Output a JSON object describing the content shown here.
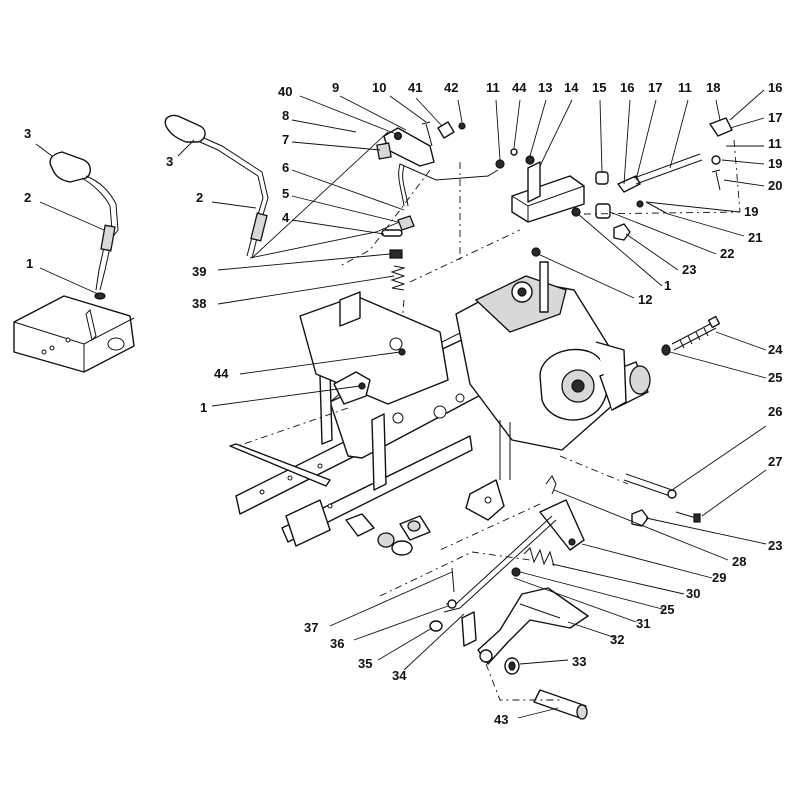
{
  "diagram": {
    "callouts": [
      {
        "id": "c-3a",
        "label": "3"
      },
      {
        "id": "c-2a",
        "label": "2"
      },
      {
        "id": "c-1a",
        "label": "1"
      },
      {
        "id": "c-3b",
        "label": "3"
      },
      {
        "id": "c-2b",
        "label": "2"
      },
      {
        "id": "c-40",
        "label": "40"
      },
      {
        "id": "c-9",
        "label": "9"
      },
      {
        "id": "c-10",
        "label": "10"
      },
      {
        "id": "c-41",
        "label": "41"
      },
      {
        "id": "c-42",
        "label": "42"
      },
      {
        "id": "c-8",
        "label": "8"
      },
      {
        "id": "c-7",
        "label": "7"
      },
      {
        "id": "c-6",
        "label": "6"
      },
      {
        "id": "c-5",
        "label": "5"
      },
      {
        "id": "c-4",
        "label": "4"
      },
      {
        "id": "c-39",
        "label": "39"
      },
      {
        "id": "c-38",
        "label": "38"
      },
      {
        "id": "c-44a",
        "label": "44"
      },
      {
        "id": "c-1b",
        "label": "1"
      },
      {
        "id": "c-11a",
        "label": "11"
      },
      {
        "id": "c-44b",
        "label": "44"
      },
      {
        "id": "c-13",
        "label": "13"
      },
      {
        "id": "c-14",
        "label": "14"
      },
      {
        "id": "c-15",
        "label": "15"
      },
      {
        "id": "c-16a",
        "label": "16"
      },
      {
        "id": "c-17a",
        "label": "17"
      },
      {
        "id": "c-11b",
        "label": "11"
      },
      {
        "id": "c-18",
        "label": "18"
      },
      {
        "id": "c-16b",
        "label": "16"
      },
      {
        "id": "c-17b",
        "label": "17"
      },
      {
        "id": "c-11c",
        "label": "11"
      },
      {
        "id": "c-19a",
        "label": "19"
      },
      {
        "id": "c-20",
        "label": "20"
      },
      {
        "id": "c-19b",
        "label": "19"
      },
      {
        "id": "c-21",
        "label": "21"
      },
      {
        "id": "c-22",
        "label": "22"
      },
      {
        "id": "c-23a",
        "label": "23"
      },
      {
        "id": "c-1c",
        "label": "1"
      },
      {
        "id": "c-12",
        "label": "12"
      },
      {
        "id": "c-24",
        "label": "24"
      },
      {
        "id": "c-25a",
        "label": "25"
      },
      {
        "id": "c-26",
        "label": "26"
      },
      {
        "id": "c-27",
        "label": "27"
      },
      {
        "id": "c-23b",
        "label": "23"
      },
      {
        "id": "c-28",
        "label": "28"
      },
      {
        "id": "c-29",
        "label": "29"
      },
      {
        "id": "c-30",
        "label": "30"
      },
      {
        "id": "c-25b",
        "label": "25"
      },
      {
        "id": "c-31",
        "label": "31"
      },
      {
        "id": "c-32",
        "label": "32"
      },
      {
        "id": "c-33",
        "label": "33"
      },
      {
        "id": "c-37",
        "label": "37"
      },
      {
        "id": "c-36",
        "label": "36"
      },
      {
        "id": "c-35",
        "label": "35"
      },
      {
        "id": "c-34",
        "label": "34"
      },
      {
        "id": "c-43",
        "label": "43"
      }
    ]
  }
}
